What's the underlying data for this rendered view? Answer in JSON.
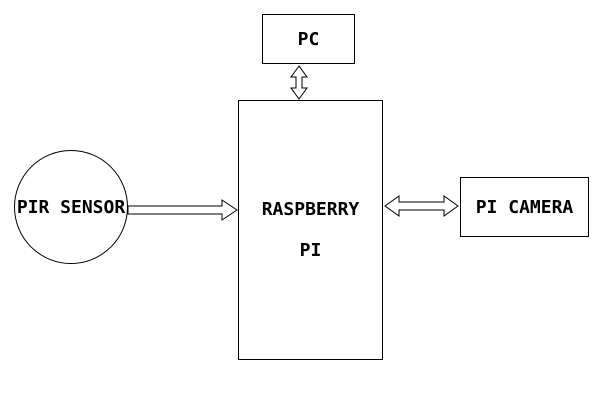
{
  "diagram": {
    "title": "PIR sensor / Raspberry Pi / PC / Pi Camera block diagram",
    "colors": {
      "background": "#ffffff",
      "stroke": "#000000",
      "text": "#000000"
    },
    "nodes": {
      "pc": {
        "label": "PC",
        "shape": "rectangle"
      },
      "raspberry_pi": {
        "lines": [
          "RASPBERRY",
          "PI"
        ],
        "shape": "rectangle"
      },
      "pir_sensor": {
        "label": "PIR SENSOR",
        "shape": "circle"
      },
      "pi_camera": {
        "label": "PI CAMERA",
        "shape": "rectangle"
      }
    },
    "connectors": [
      {
        "name": "pc-rpi",
        "type": "double-headed-vertical-arrow",
        "from": "pc",
        "to": "raspberry_pi"
      },
      {
        "name": "pir-rpi",
        "type": "single-headed-right-arrow",
        "from": "pir_sensor",
        "to": "raspberry_pi"
      },
      {
        "name": "rpi-camera",
        "type": "double-headed-horizontal-arrow",
        "from": "raspberry_pi",
        "to": "pi_camera"
      }
    ]
  }
}
